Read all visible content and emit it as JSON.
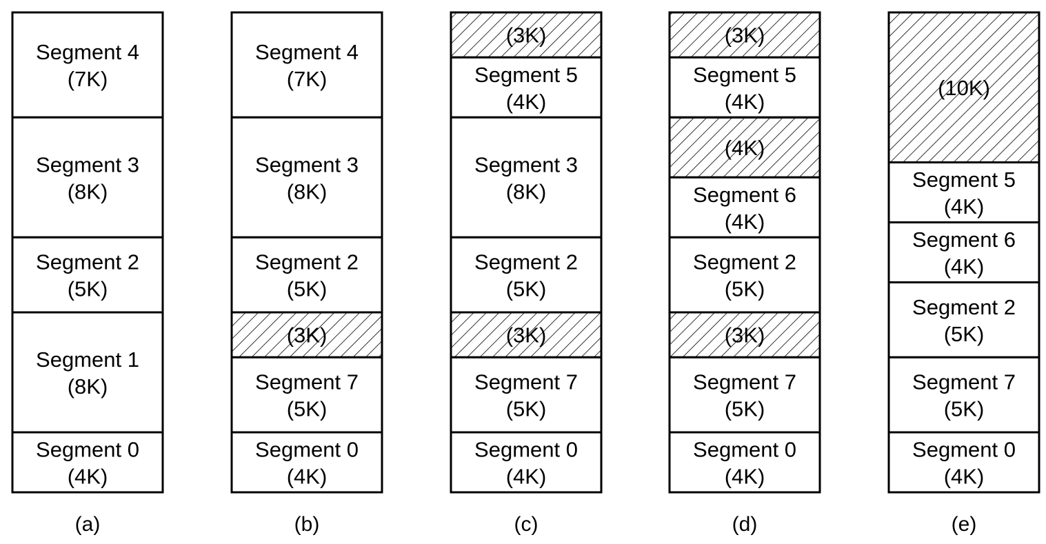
{
  "columns": [
    {
      "caption": "(a)",
      "blocks": [
        {
          "kind": "segment",
          "name": "Segment 4",
          "size": "(7K)"
        },
        {
          "kind": "segment",
          "name": "Segment 3",
          "size": "(8K)"
        },
        {
          "kind": "segment",
          "name": "Segment 2",
          "size": "(5K)"
        },
        {
          "kind": "segment",
          "name": "Segment 1",
          "size": "(8K)"
        },
        {
          "kind": "segment",
          "name": "Segment 0",
          "size": "(4K)"
        }
      ]
    },
    {
      "caption": "(b)",
      "blocks": [
        {
          "kind": "segment",
          "name": "Segment 4",
          "size": "(7K)"
        },
        {
          "kind": "segment",
          "name": "Segment 3",
          "size": "(8K)"
        },
        {
          "kind": "segment",
          "name": "Segment 2",
          "size": "(5K)"
        },
        {
          "kind": "hole",
          "size": "(3K)"
        },
        {
          "kind": "segment",
          "name": "Segment 7",
          "size": "(5K)"
        },
        {
          "kind": "segment",
          "name": "Segment 0",
          "size": "(4K)"
        }
      ]
    },
    {
      "caption": "(c)",
      "blocks": [
        {
          "kind": "hole",
          "size": "(3K)"
        },
        {
          "kind": "segment",
          "name": "Segment 5",
          "size": "(4K)"
        },
        {
          "kind": "segment",
          "name": "Segment 3",
          "size": "(8K)"
        },
        {
          "kind": "segment",
          "name": "Segment 2",
          "size": "(5K)"
        },
        {
          "kind": "hole",
          "size": "(3K)"
        },
        {
          "kind": "segment",
          "name": "Segment 7",
          "size": "(5K)"
        },
        {
          "kind": "segment",
          "name": "Segment 0",
          "size": "(4K)"
        }
      ]
    },
    {
      "caption": "(d)",
      "blocks": [
        {
          "kind": "hole",
          "size": "(3K)"
        },
        {
          "kind": "segment",
          "name": "Segment 5",
          "size": "(4K)"
        },
        {
          "kind": "hole",
          "size": "(4K)"
        },
        {
          "kind": "segment",
          "name": "Segment 6",
          "size": "(4K)"
        },
        {
          "kind": "segment",
          "name": "Segment 2",
          "size": "(5K)"
        },
        {
          "kind": "hole",
          "size": "(3K)"
        },
        {
          "kind": "segment",
          "name": "Segment 7",
          "size": "(5K)"
        },
        {
          "kind": "segment",
          "name": "Segment 0",
          "size": "(4K)"
        }
      ]
    },
    {
      "caption": "(e)",
      "blocks": [
        {
          "kind": "hole",
          "size": "(10K)"
        },
        {
          "kind": "segment",
          "name": "Segment 5",
          "size": "(4K)"
        },
        {
          "kind": "segment",
          "name": "Segment 6",
          "size": "(4K)"
        },
        {
          "kind": "segment",
          "name": "Segment 2",
          "size": "(5K)"
        },
        {
          "kind": "segment",
          "name": "Segment 7",
          "size": "(5K)"
        },
        {
          "kind": "segment",
          "name": "Segment 0",
          "size": "(4K)"
        }
      ]
    }
  ]
}
